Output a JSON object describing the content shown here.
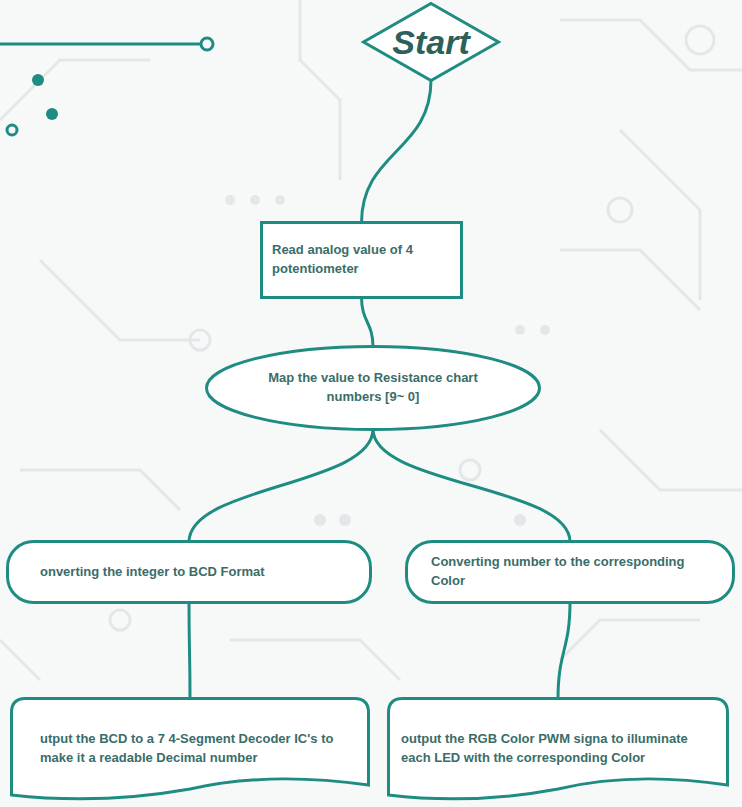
{
  "diagram": {
    "nodes": [
      {
        "text": [
          "Start"
        ]
      },
      {
        "text": [
          "Read analog value of 4 potentiometer"
        ]
      },
      {
        "text": [
          "Map the value to Resistance chart numbers [9~ 0]"
        ]
      },
      {
        "text": [
          "onverting the integer to BCD Format"
        ]
      },
      {
        "text": [
          "Converting number to the corresponding Color"
        ]
      },
      {
        "text": [
          "utput the BCD to a 7 4-Segment Decoder IC's to make it a readable Decimal number"
        ]
      },
      {
        "text": [
          "output the RGB Color PWM signa to illuminate each LED with the corresponding Color"
        ]
      }
    ],
    "edges": [
      {
        "from": 0,
        "to": 1,
        "arrow": "none"
      },
      {
        "from": 1,
        "to": 2,
        "arrow": "none"
      },
      {
        "from": 2,
        "to": 3,
        "arrow": "none"
      },
      {
        "from": 2,
        "to": 4,
        "arrow": "none"
      },
      {
        "from": 3,
        "to": 5,
        "arrow": "none"
      },
      {
        "from": 4,
        "to": 6,
        "arrow": "none"
      }
    ]
  }
}
